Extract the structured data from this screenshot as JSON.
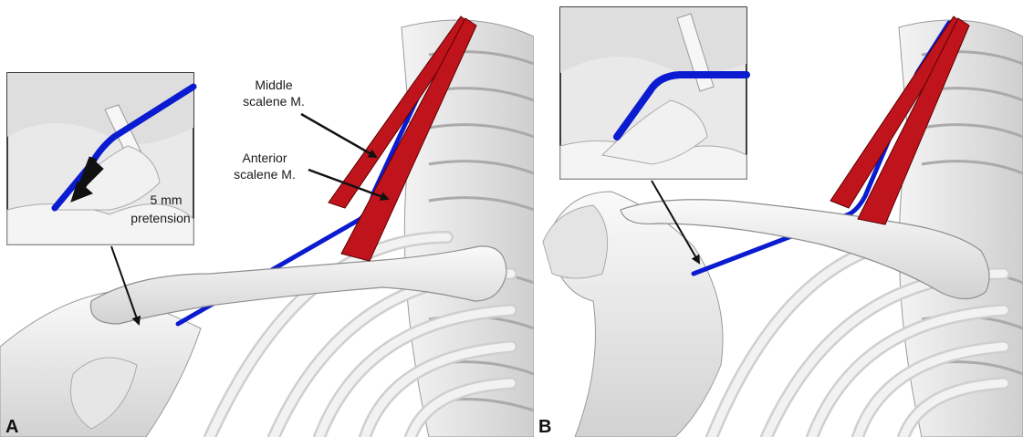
{
  "panels": [
    {
      "letter": "A",
      "labels": {
        "middle_line1": "Middle",
        "middle_line2": "scalene M.",
        "anterior_line1": "Anterior",
        "anterior_line2": "scalene M.",
        "pretension_line1": "5 mm",
        "pretension_line2": "pretension"
      }
    },
    {
      "letter": "B"
    }
  ],
  "colors": {
    "muscle": "#c0141c",
    "nerve": "#0b1bd0",
    "bone": "#efefef",
    "bone_shadow": "#bdbdbd",
    "arrow": "#111111"
  }
}
